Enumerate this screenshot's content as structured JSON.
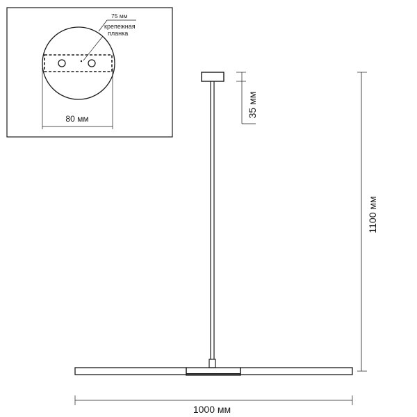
{
  "inset": {
    "plate_diameter_label": "75 мм",
    "bracket_label_line1": "крепежная",
    "bracket_label_line2": "планка",
    "width_label": "80 мм"
  },
  "dimensions": {
    "canopy_height_label": "35 мм",
    "total_height_label": "1100 мм",
    "total_width_label": "1000 мм"
  }
}
